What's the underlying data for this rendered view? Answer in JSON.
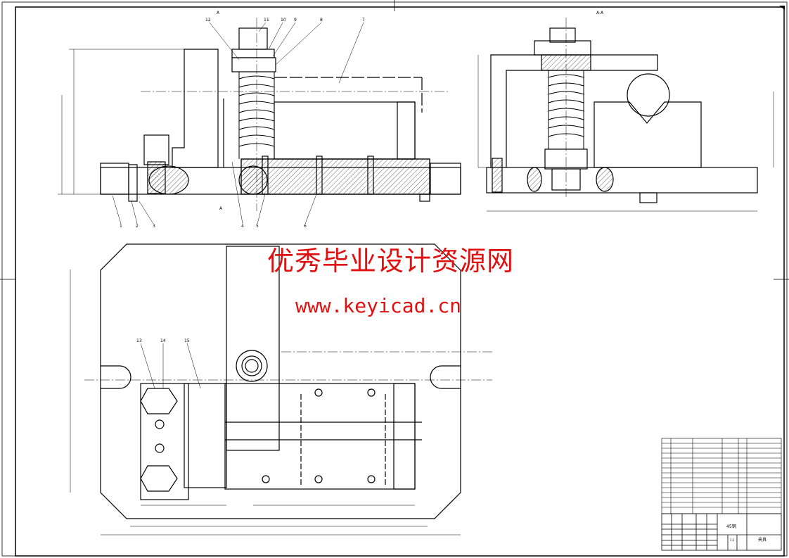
{
  "watermark": {
    "line1": "优秀毕业设计资源网",
    "line2": "www.keyicad.cn"
  },
  "views": {
    "section_label": "A-A",
    "section_marks": [
      "A",
      "A"
    ]
  },
  "part_callouts": {
    "front_bottom": [
      "1",
      "2",
      "3",
      "4",
      "5",
      "6"
    ],
    "front_top": [
      "12",
      "11",
      "10",
      "9",
      "8",
      "7"
    ],
    "plan": [
      "13",
      "14",
      "15"
    ]
  },
  "title_block": {
    "material": "45钢",
    "drawing_name": "夹具",
    "scale": "1:1"
  }
}
